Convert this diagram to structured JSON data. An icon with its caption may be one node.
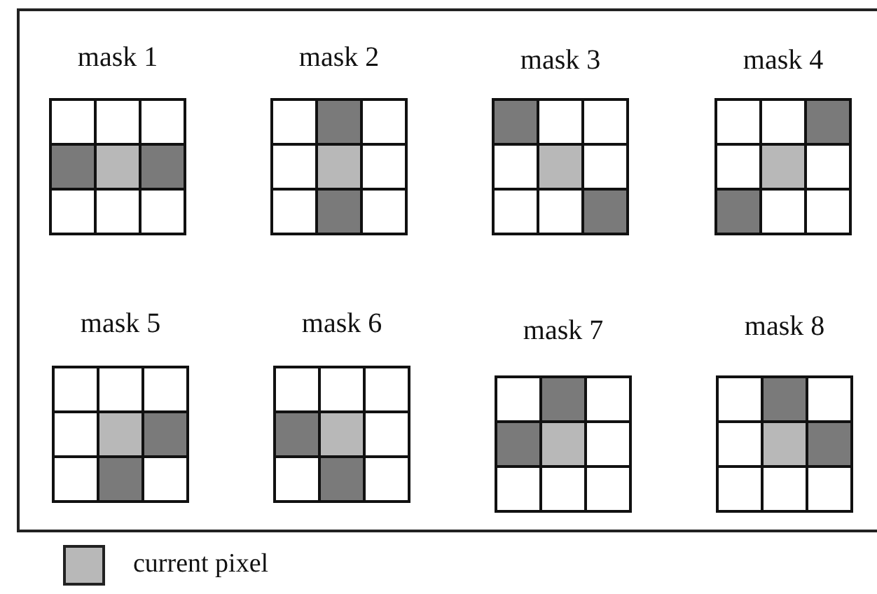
{
  "diagram": {
    "labels": [
      "mask 1",
      "mask 2",
      "mask 3",
      "mask 4",
      "mask 5",
      "mask 6",
      "mask 7",
      "mask 8"
    ],
    "legend": [
      {
        "text": "current pixel",
        "color": "#b8b8b8"
      }
    ]
  }
}
